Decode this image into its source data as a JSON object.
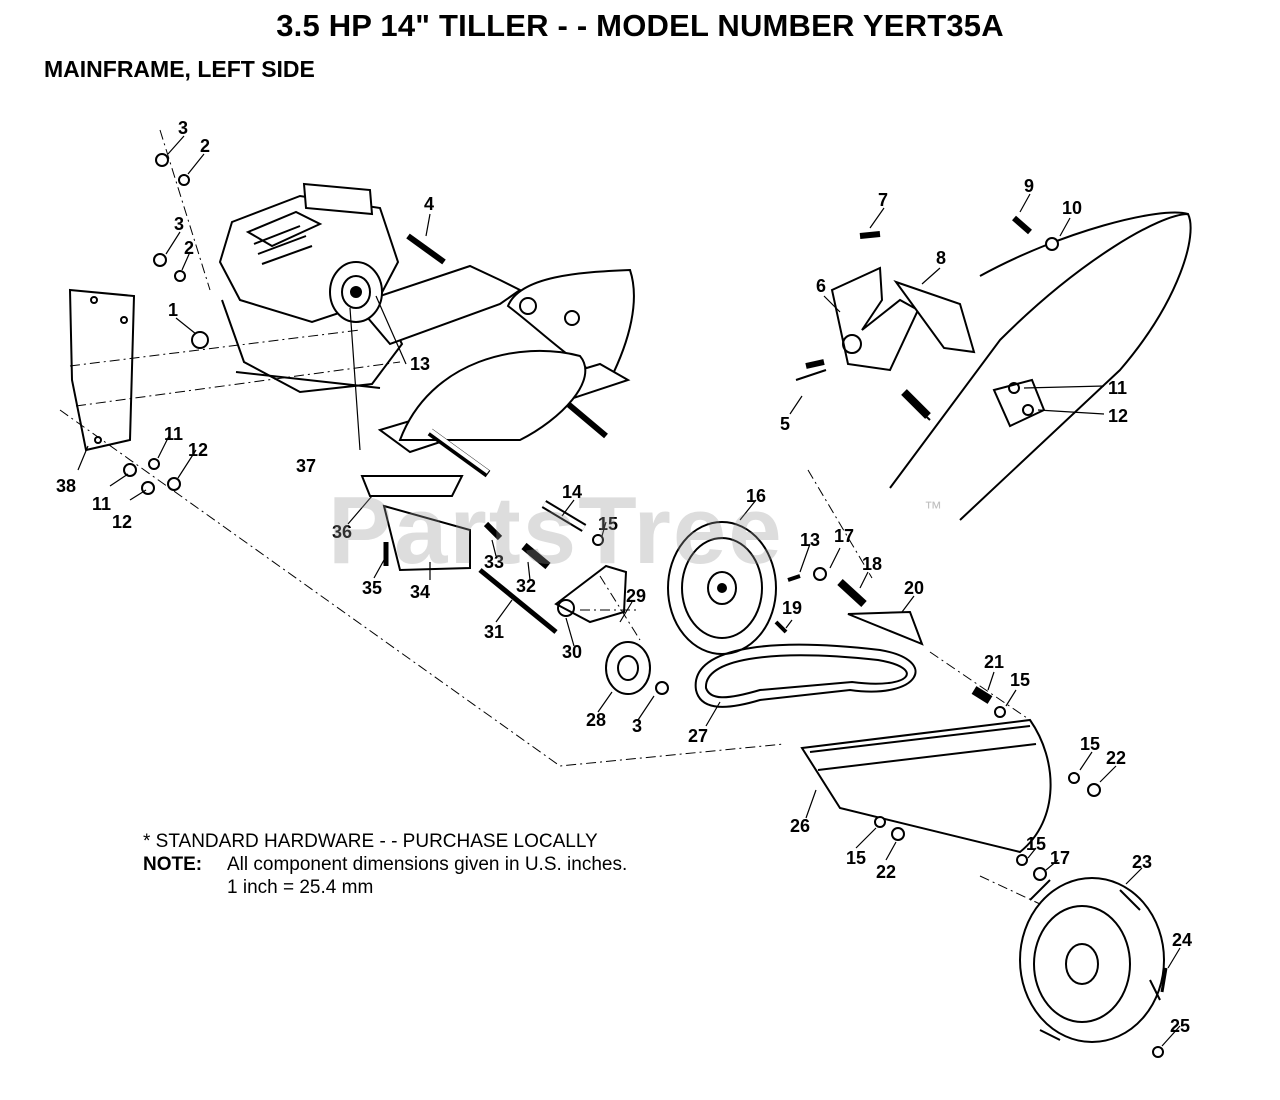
{
  "header": {
    "title": "3.5 HP 14\" TILLER - - MODEL NUMBER YERT35A",
    "subtitle": "MAINFRAME, LEFT SIDE"
  },
  "watermark": {
    "text": "PartsTree",
    "trademark": "™"
  },
  "notes": {
    "hardware": "* STANDARD HARDWARE - - PURCHASE LOCALLY",
    "note_label": "NOTE:",
    "note_line1": "All component dimensions given in U.S. inches.",
    "note_line2": "1 inch = 25.4 mm"
  },
  "callouts": [
    {
      "id": "c3a",
      "label": "3"
    },
    {
      "id": "c2a",
      "label": "2"
    },
    {
      "id": "c3b",
      "label": "3"
    },
    {
      "id": "c2b",
      "label": "2"
    },
    {
      "id": "c1",
      "label": "1"
    },
    {
      "id": "c4",
      "label": "4"
    },
    {
      "id": "c13a",
      "label": "13"
    },
    {
      "id": "c37",
      "label": "37"
    },
    {
      "id": "c38",
      "label": "38"
    },
    {
      "id": "c11a",
      "label": "11"
    },
    {
      "id": "c12a",
      "label": "12"
    },
    {
      "id": "c11b",
      "label": "11"
    },
    {
      "id": "c12b",
      "label": "12"
    },
    {
      "id": "c36",
      "label": "36"
    },
    {
      "id": "c35",
      "label": "35"
    },
    {
      "id": "c34",
      "label": "34"
    },
    {
      "id": "c33",
      "label": "33"
    },
    {
      "id": "c32",
      "label": "32"
    },
    {
      "id": "c31",
      "label": "31"
    },
    {
      "id": "c30",
      "label": "30"
    },
    {
      "id": "c29",
      "label": "29"
    },
    {
      "id": "c28",
      "label": "28"
    },
    {
      "id": "c3c",
      "label": "3"
    },
    {
      "id": "c14",
      "label": "14"
    },
    {
      "id": "c15a",
      "label": "15"
    },
    {
      "id": "c16",
      "label": "16"
    },
    {
      "id": "c13b",
      "label": "13"
    },
    {
      "id": "c17a",
      "label": "17"
    },
    {
      "id": "c18",
      "label": "18"
    },
    {
      "id": "c19",
      "label": "19"
    },
    {
      "id": "c20",
      "label": "20"
    },
    {
      "id": "c21",
      "label": "21"
    },
    {
      "id": "c15b",
      "label": "15"
    },
    {
      "id": "c27",
      "label": "27"
    },
    {
      "id": "c26",
      "label": "26"
    },
    {
      "id": "c15c",
      "label": "15"
    },
    {
      "id": "c22a",
      "label": "22"
    },
    {
      "id": "c15d",
      "label": "15"
    },
    {
      "id": "c22b",
      "label": "22"
    },
    {
      "id": "c15e",
      "label": "15"
    },
    {
      "id": "c17b",
      "label": "17"
    },
    {
      "id": "c23",
      "label": "23"
    },
    {
      "id": "c24",
      "label": "24"
    },
    {
      "id": "c25",
      "label": "25"
    },
    {
      "id": "c7",
      "label": "7"
    },
    {
      "id": "c9",
      "label": "9"
    },
    {
      "id": "c10",
      "label": "10"
    },
    {
      "id": "c8",
      "label": "8"
    },
    {
      "id": "c6",
      "label": "6"
    },
    {
      "id": "c5",
      "label": "5"
    },
    {
      "id": "c11c",
      "label": "11"
    },
    {
      "id": "c12c",
      "label": "12"
    }
  ]
}
